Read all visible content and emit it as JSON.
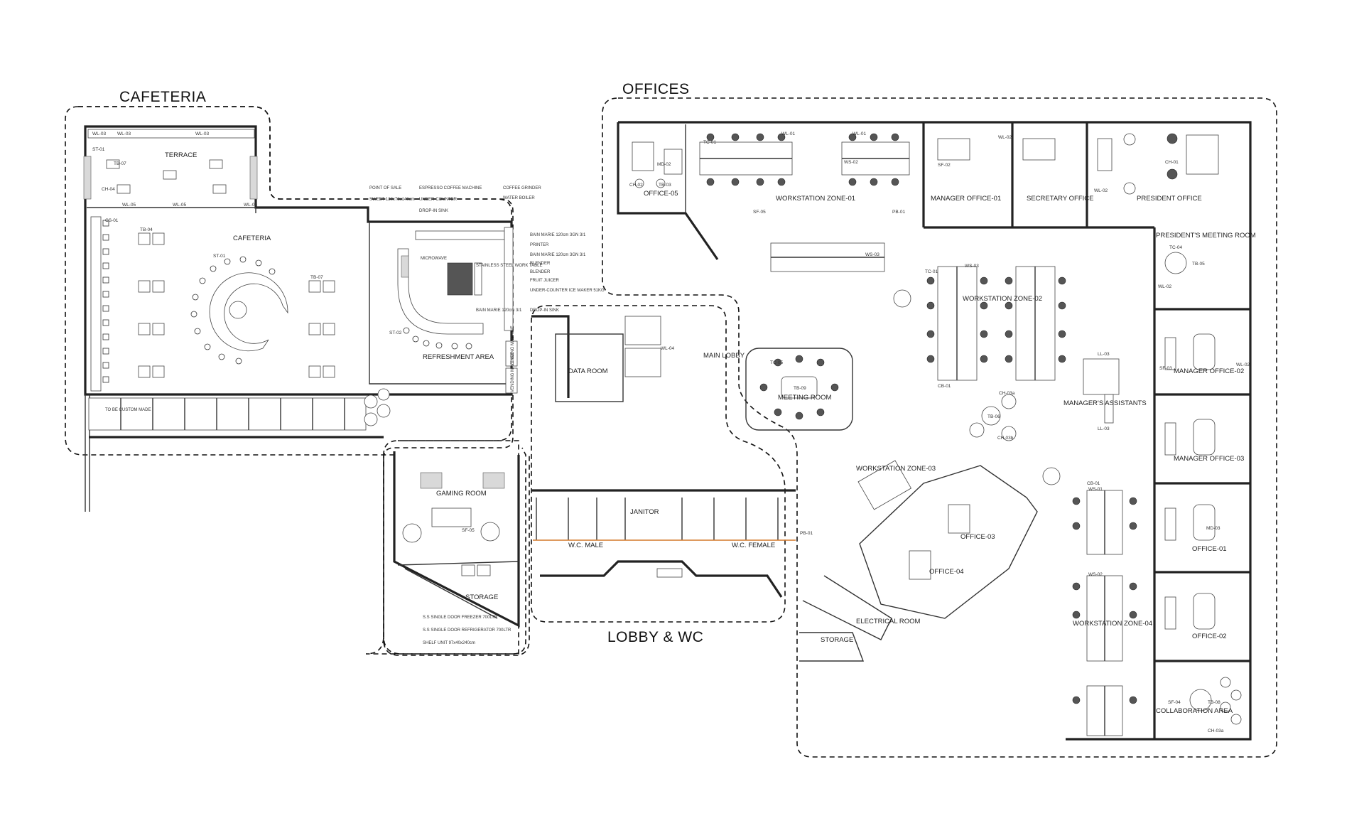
{
  "zones": {
    "cafeteria": "CAFETERIA",
    "offices": "OFFICES",
    "lobby_wc": "LOBBY & WC"
  },
  "rooms": {
    "terrace": "TERRACE",
    "cafeteria": "CAFETERIA",
    "refreshment_area": "REFRESHMENT AREA",
    "gaming_room": "GAMING ROOM",
    "storage_left": "STORAGE",
    "data_room": "DATA ROOM",
    "main_lobby": "MAIN LOBBY",
    "janitor": "JANITOR",
    "wc_male": "W.C. MALE",
    "wc_female": "W.C. FEMALE",
    "office_05": "OFFICE-05",
    "workstation_zone_01": "WORKSTATION ZONE-01",
    "manager_office_01": "MANAGER OFFICE-01",
    "secretary_office": "SECRETARY OFFICE",
    "president_office": "PRESIDENT OFFICE",
    "presidents_meeting_room": "PRESIDENT'S MEETING ROOM",
    "meeting_room": "MEETING ROOM",
    "workstation_zone_02": "WORKSTATION ZONE-02",
    "managers_assistants": "MANAGER'S ASSISTANTS",
    "manager_office_02": "MANAGER OFFICE-02",
    "manager_office_03": "MANAGER OFFICE-03",
    "workstation_zone_03": "WORKSTATION ZONE-03",
    "office_03": "OFFICE-03",
    "office_04": "OFFICE-04",
    "electrical_room": "ELECTRICAL ROOM",
    "storage_right": "STORAGE",
    "office_01": "OFFICE-01",
    "office_02": "OFFICE-02",
    "workstation_zone_04": "WORKSTATION ZONE-04",
    "collaboration_area": "COLLABORATION AREA"
  },
  "kitchen_notes": {
    "point_of_sale": "POINT OF SALE",
    "sweet": "SWEET 120x78x140cm",
    "espresso": "ESPRESSO COFFEE MACHINE",
    "under_counter": "UNDER-COUNTER",
    "drop_in_sink": "DROP-IN SINK",
    "coffee_grinder": "COFFEE GRINDER",
    "water_boiler": "WATER BOILER",
    "bain_marie_1": "BAIN MARIE 120cm 3GN 3/1",
    "printer": "PRINTER",
    "bain_marie_2": "BAIN MARIE 120cm 3GN 3/1",
    "blender_1": "BLENDER",
    "blender_2": "BLENDER",
    "fruit_juicer": "FRUIT JUICER",
    "ice_maker": "UNDER-COUNTER ICE MAKER 51KG",
    "microwave": "MICROWAVE",
    "work_table": "STAINLESS STEEL WORK TABLE",
    "bain_marie_3": "BAIN MARIE 120cm 3/1",
    "drop_in_sink_2": "DROP-IN SINK",
    "vending_1": "VENDING MACHINE",
    "vending_2": "VENDING MACHINE"
  },
  "storage_notes": {
    "freezer": "S.S SINGLE DOOR FREEZER 700LTR",
    "refrigerator": "S.S SINGLE DOOR REFRIGERATOR 700LTR",
    "shelf": "SHELF UNIT 97x40x240cm",
    "custom": "TO BE CUSTOM MADE"
  },
  "tags": {
    "wl01": "WL-01",
    "wl02": "WL-02",
    "wl03": "WL-03",
    "wl04": "WL-04",
    "wl05": "WL-05",
    "st01": "ST-01",
    "st02": "ST-02",
    "tb07": "TB-07",
    "tb04": "TB-04",
    "ch04": "CH-04",
    "cs01": "CS-01",
    "tc01": "TC-01",
    "tc04": "TC-04",
    "tc05": "TC-05",
    "ws02": "WS-02",
    "ws03": "WS-03",
    "ch02": "CH-02",
    "tb03": "TB-03",
    "md02": "MD-02",
    "sf02": "SF-02",
    "sf03": "SF-03",
    "sf04": "SF-04",
    "sf05": "SF-05",
    "tb05": "TB-05",
    "tb06": "TB-06",
    "tb08": "TB-08",
    "tb09": "TB-09",
    "ch03a": "CH-03a",
    "ch03b": "CH-03b",
    "ll03": "LL-03",
    "pb01": "PB-01",
    "cb01": "CB-01",
    "ws01": "WS-01",
    "md03": "MD-03",
    "ch01": "CH-01"
  }
}
